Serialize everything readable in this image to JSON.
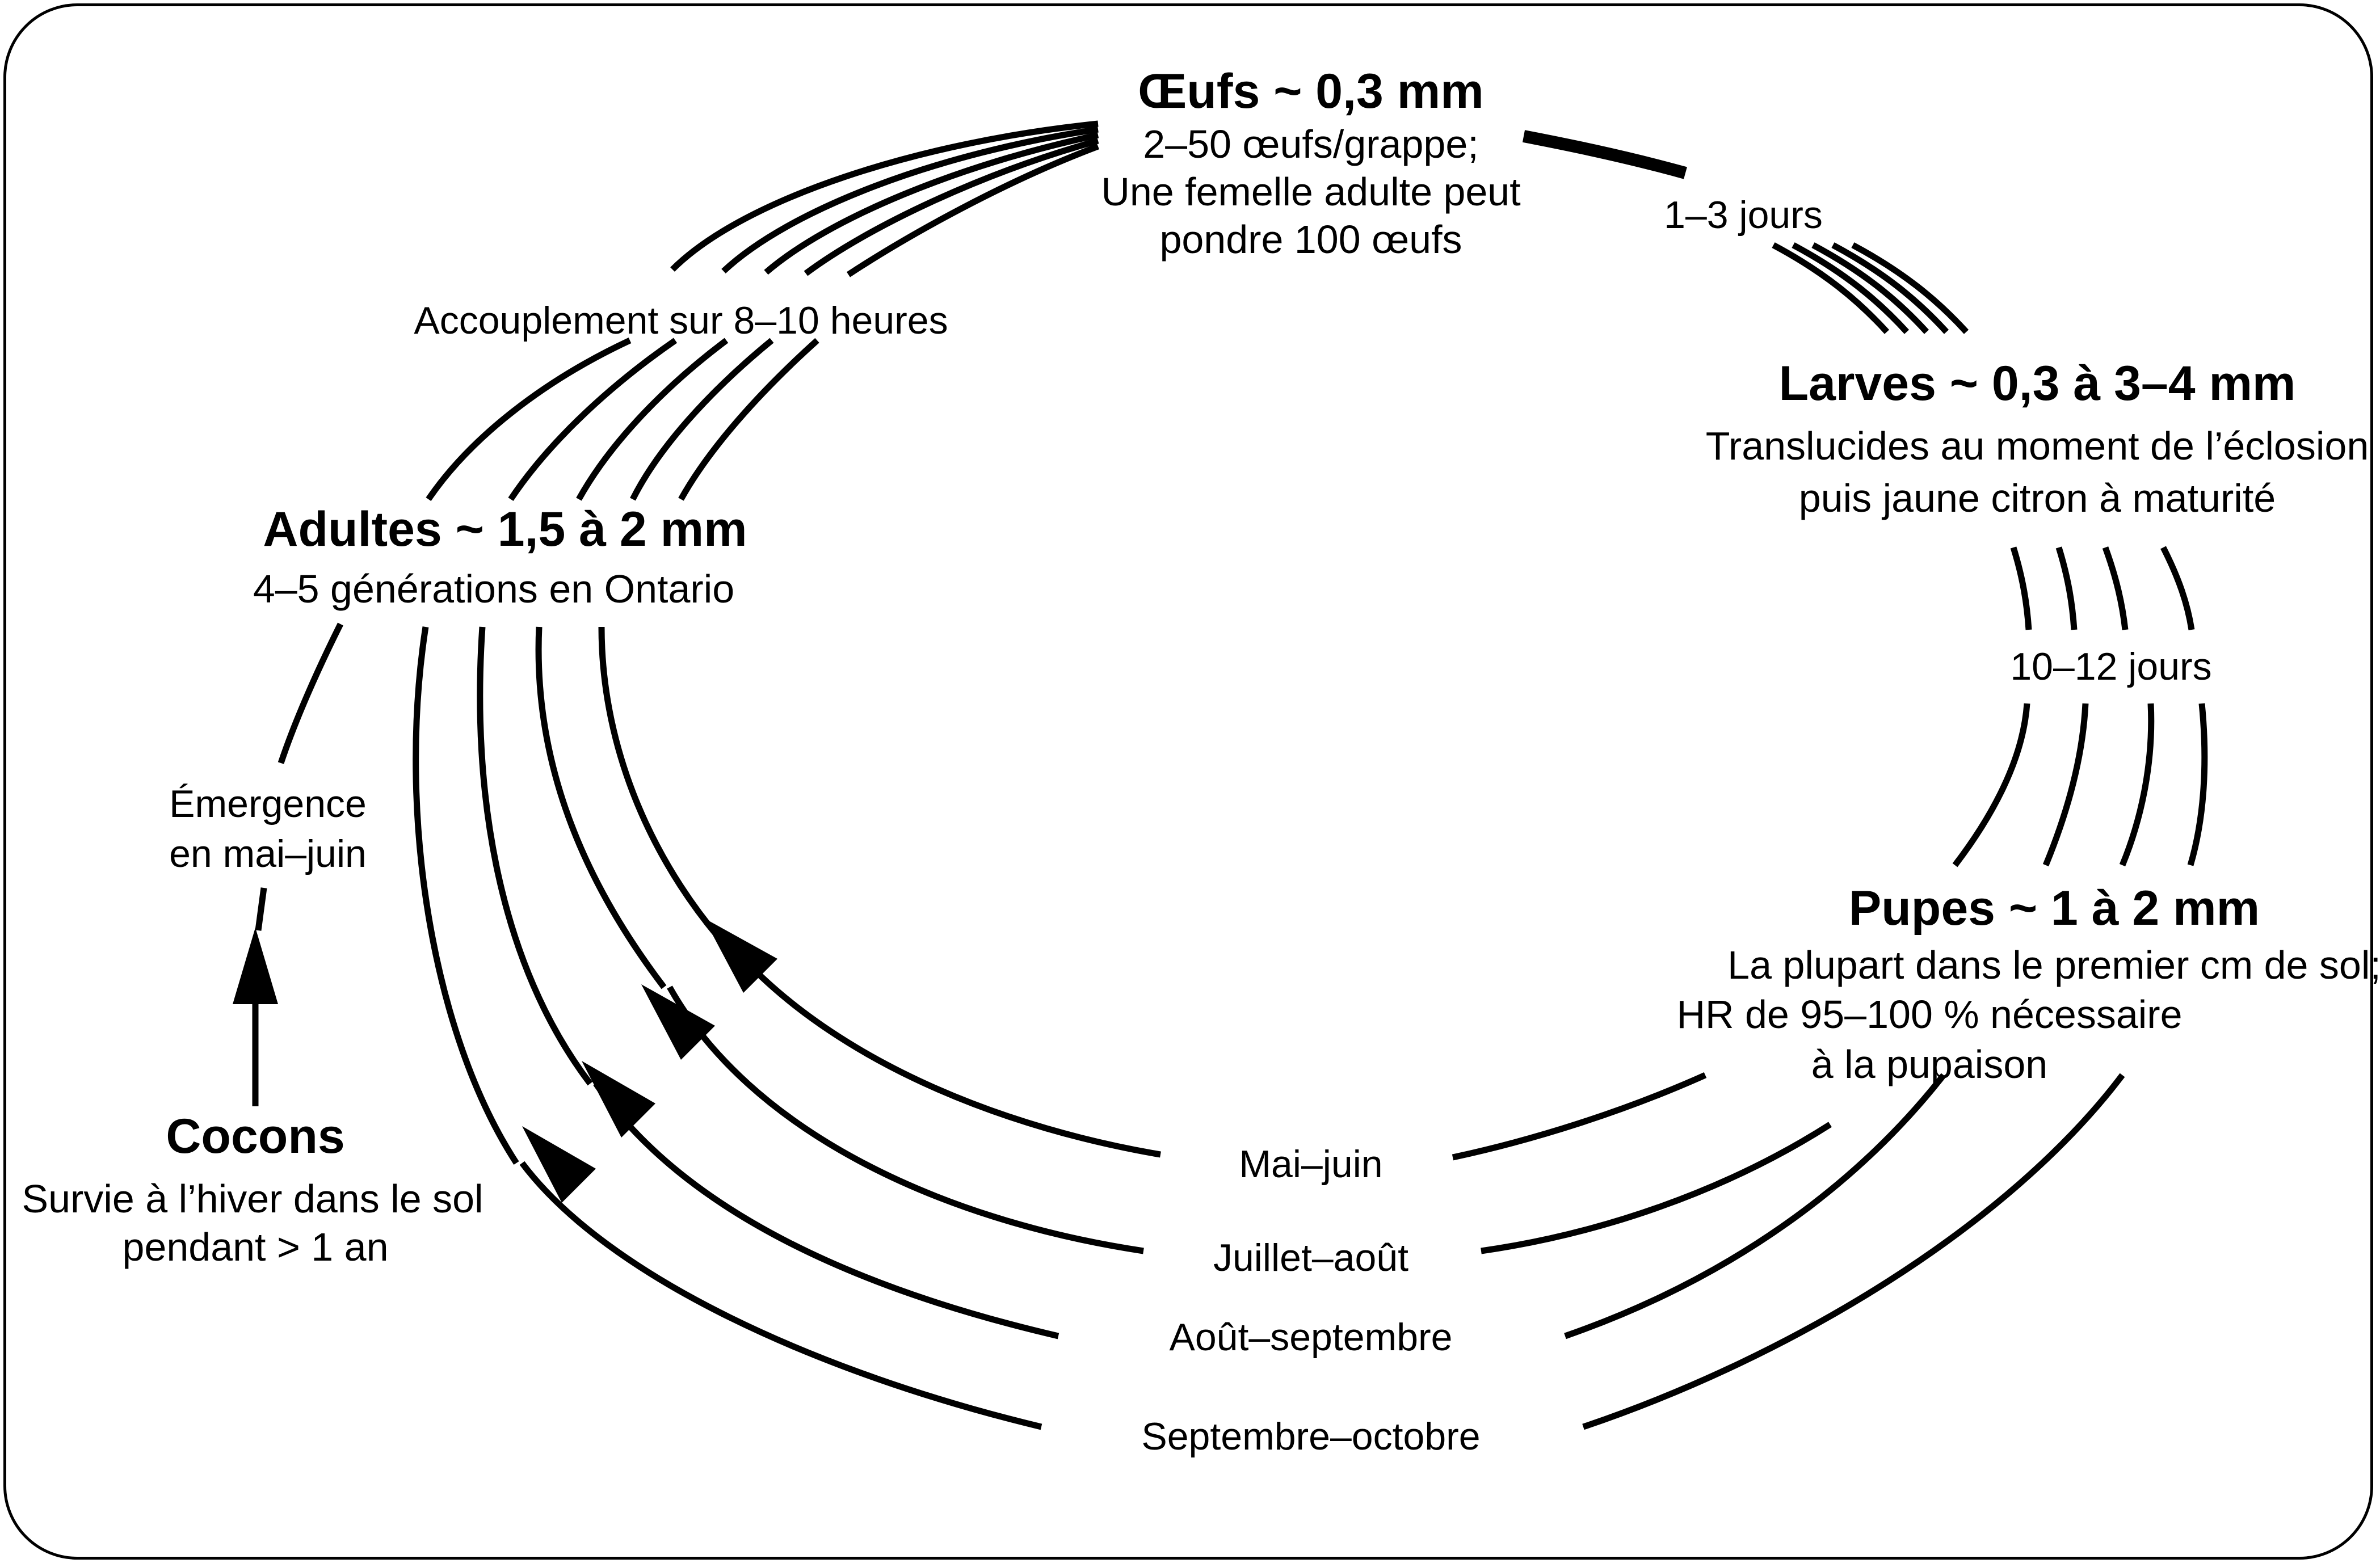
{
  "stages": {
    "eggs": {
      "title": "Œufs ~ 0,3 mm",
      "lines": [
        "2–50 œufs/grappe;",
        "Une femelle adulte peut",
        "pondre 100 œufs"
      ]
    },
    "larvae": {
      "title": "Larves ~ 0,3 à 3–4 mm",
      "lines": [
        "Translucides au moment de l’éclosion",
        "puis jaune citron à maturité"
      ]
    },
    "pupae": {
      "title": "Pupes ~ 1 à 2 mm",
      "lines": [
        "La plupart dans le premier cm de sol;",
        "HR de 95–100 % nécessaire",
        "à la pupaison"
      ]
    },
    "adults": {
      "title": "Adultes ~ 1,5 à 2 mm",
      "lines": [
        "4–5 générations en Ontario"
      ]
    },
    "cocoons": {
      "title": "Cocons",
      "lines": [
        "Survie à l’hiver dans le sol",
        "pendant > 1 an"
      ]
    }
  },
  "transitions": {
    "eggs_to_larvae": "1–3 jours",
    "larvae_to_pupae": "10–12 jours",
    "adults_to_eggs": "Accouplement sur 8–10 heures",
    "cocoons_to_adults": [
      "Émergence",
      "en mai–juin"
    ]
  },
  "generations": [
    "Mai–juin",
    "Juillet–août",
    "Août–septembre",
    "Septembre–octobre"
  ]
}
